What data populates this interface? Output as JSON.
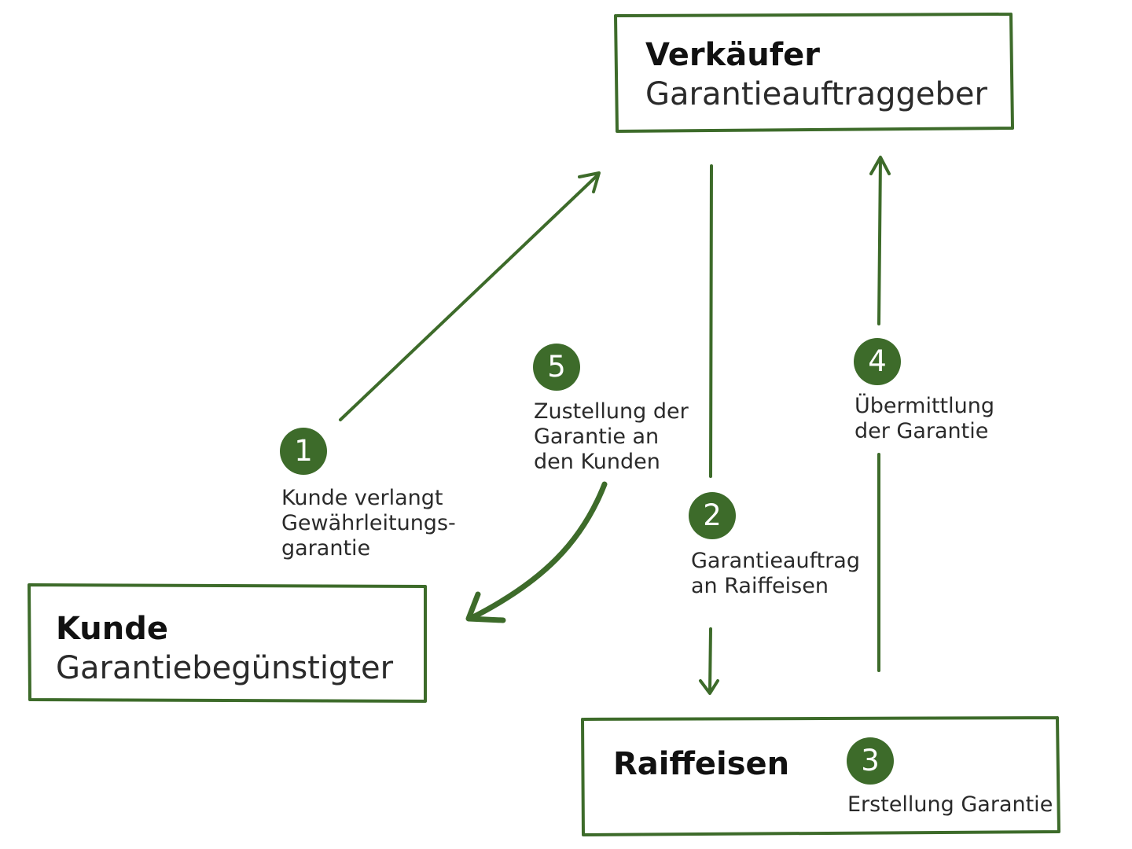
{
  "colors": {
    "accent": "#3d6b2a",
    "text": "#1c1c1c"
  },
  "nodes": {
    "seller": {
      "title": "Verkäufer",
      "subtitle": "Garantieauftraggeber"
    },
    "customer": {
      "title": "Kunde",
      "subtitle": "Garantiebegünstigter"
    },
    "bank": {
      "title": "Raiffeisen"
    }
  },
  "steps": [
    {
      "number": "1",
      "lines": [
        "Kunde verlangt",
        "Gewährleitungs-",
        "garantie"
      ]
    },
    {
      "number": "2",
      "lines": [
        "Garantieauftrag",
        "an Raiffeisen"
      ]
    },
    {
      "number": "3",
      "lines": [
        "Erstellung Garantie"
      ]
    },
    {
      "number": "4",
      "lines": [
        "Übermittlung",
        "der Garantie"
      ]
    },
    {
      "number": "5",
      "lines": [
        "Zustellung der",
        "Garantie an",
        "den Kunden"
      ]
    }
  ]
}
